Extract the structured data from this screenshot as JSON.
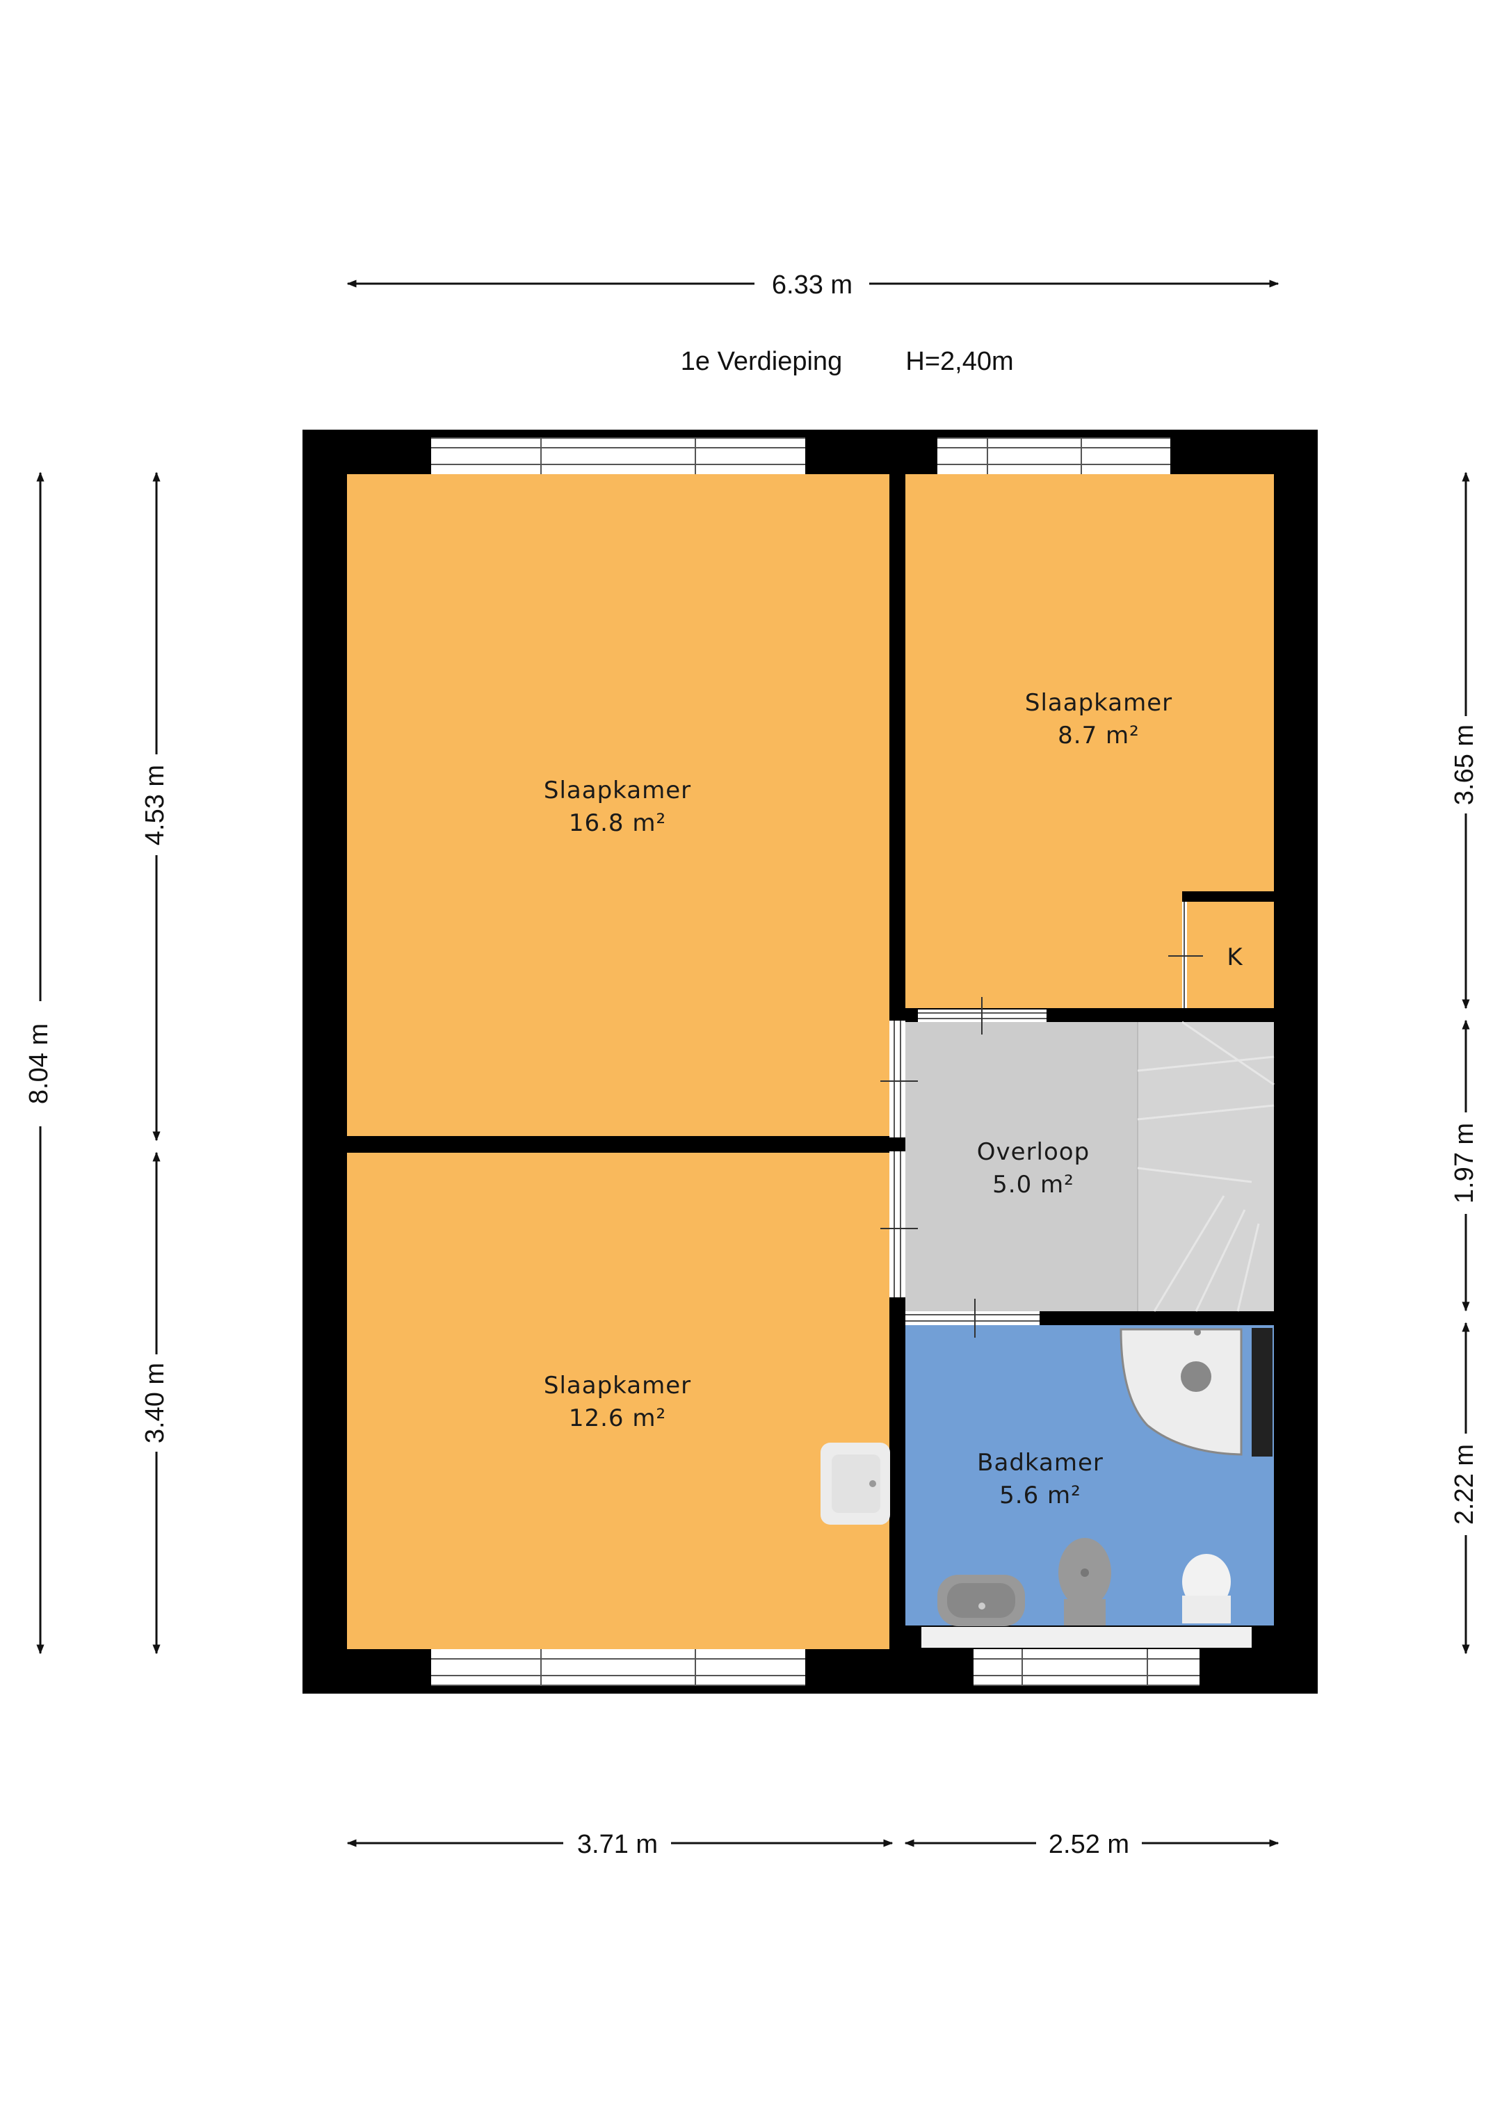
{
  "floor": {
    "name": "1e Verdieping",
    "height": "H=2,40m"
  },
  "colors": {
    "bedroom": "#F9B95C",
    "landing": "#CCCCCC",
    "bathroom": "#729FD6",
    "wall": "#000000"
  },
  "rooms": {
    "bedroom_large": {
      "name": "Slaapkamer",
      "area": "16.8 m²"
    },
    "bedroom_small": {
      "name": "Slaapkamer",
      "area": "8.7 m²"
    },
    "bedroom_bottom": {
      "name": "Slaapkamer",
      "area": "12.6 m²"
    },
    "landing": {
      "name": "Overloop",
      "area": "5.0 m²"
    },
    "bathroom": {
      "name": "Badkamer",
      "area": "5.6 m²"
    },
    "closet": {
      "name": "K"
    }
  },
  "dimensions": {
    "top_total": "6.33 m",
    "bottom_left": "3.71 m",
    "bottom_right": "2.52 m",
    "left_total": "8.04 m",
    "left_upper": "4.53 m",
    "left_lower": "3.40 m",
    "right_upper": "3.65 m",
    "right_middle": "1.97 m",
    "right_lower": "2.22 m"
  }
}
